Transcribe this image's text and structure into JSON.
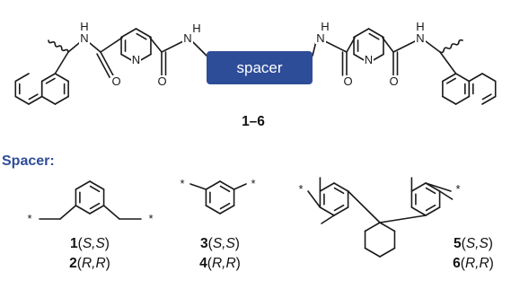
{
  "atoms": {
    "nitrogen": "N",
    "amide_nitrogen": "N",
    "hydrogen": "H",
    "oxygen": "O",
    "star": "*"
  },
  "spacer_box": {
    "label": "spacer",
    "color": "#2e4d99"
  },
  "main_compound_label": "1–6",
  "section_label": {
    "text": "Spacer:",
    "color": "#2e4d99"
  },
  "compounds": [
    {
      "number": "1",
      "config": "S,S"
    },
    {
      "number": "2",
      "config": "R,R"
    },
    {
      "number": "3",
      "config": "S,S"
    },
    {
      "number": "4",
      "config": "R,R"
    },
    {
      "number": "5",
      "config": "S,S"
    },
    {
      "number": "6",
      "config": "R,R"
    }
  ]
}
